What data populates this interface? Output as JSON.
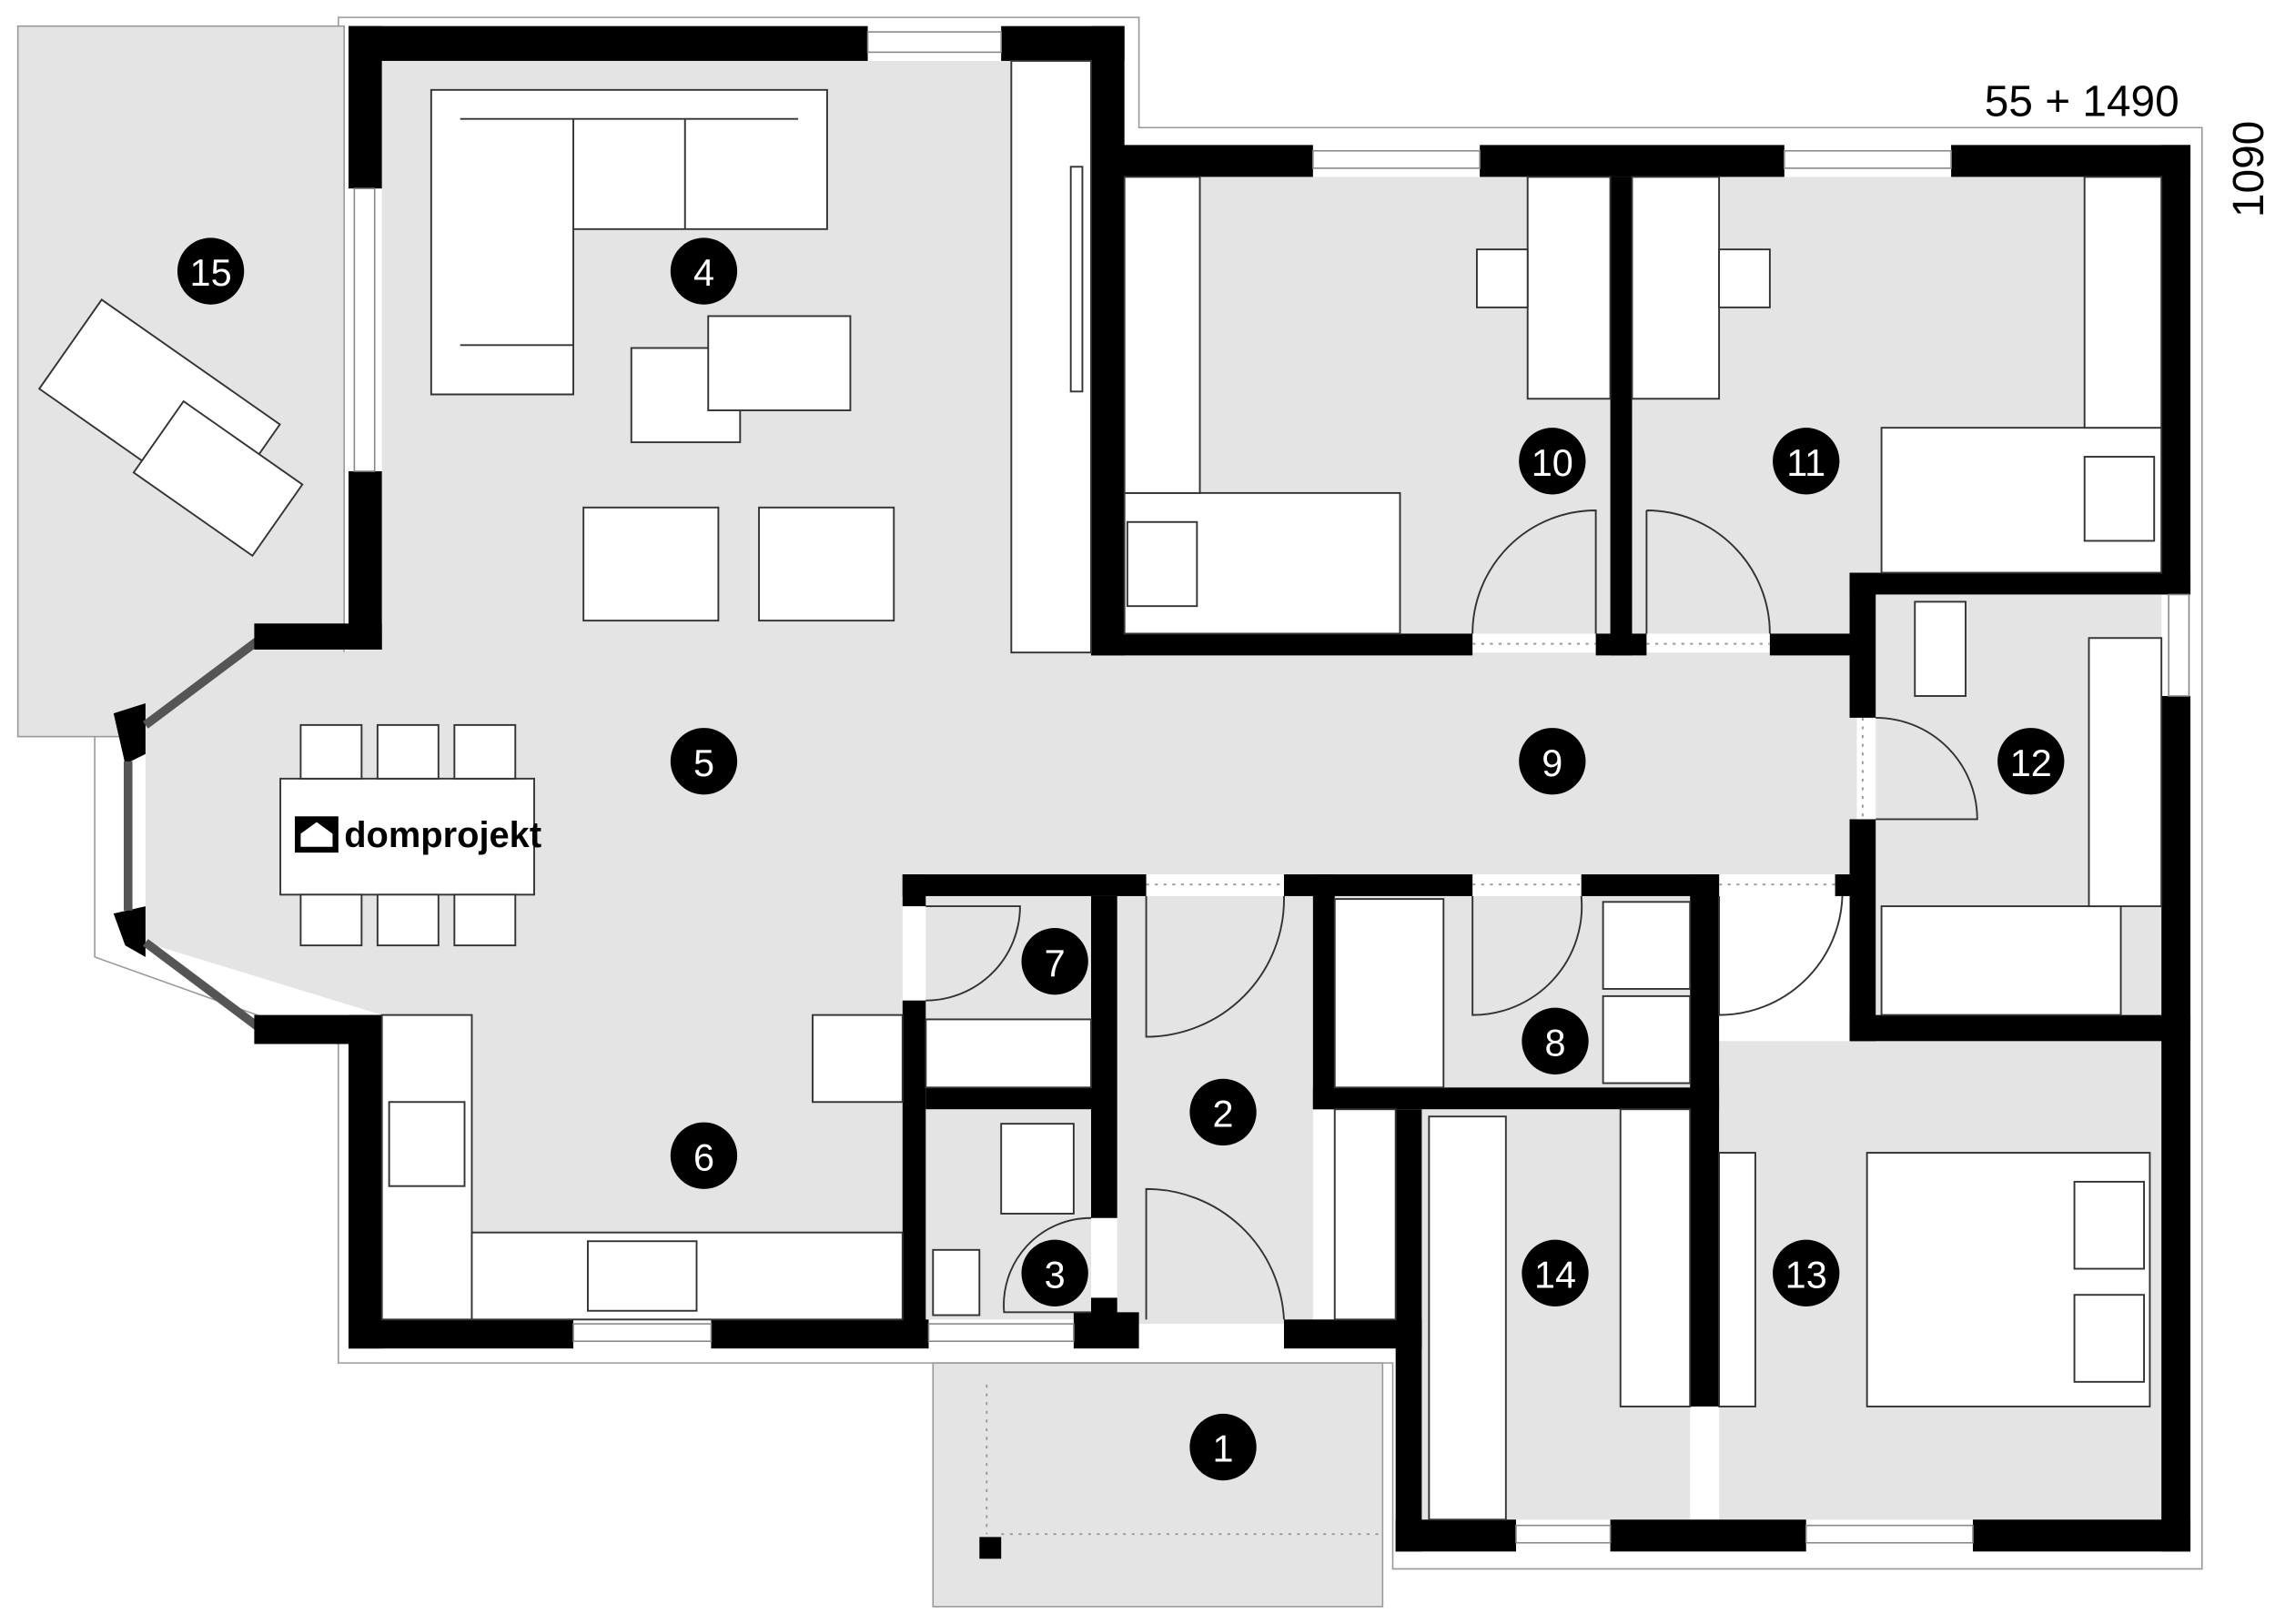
{
  "plan": {
    "dimension_width": "55 + 1490",
    "dimension_depth": "1090",
    "logo_text": "domprojekt",
    "floor_color": "#e4e4e4",
    "wall_color": "#000000"
  },
  "rooms": [
    {
      "id": "1",
      "label": "1"
    },
    {
      "id": "2",
      "label": "2"
    },
    {
      "id": "3",
      "label": "3"
    },
    {
      "id": "4",
      "label": "4"
    },
    {
      "id": "5",
      "label": "5"
    },
    {
      "id": "6",
      "label": "6"
    },
    {
      "id": "7",
      "label": "7"
    },
    {
      "id": "8",
      "label": "8"
    },
    {
      "id": "9",
      "label": "9"
    },
    {
      "id": "10",
      "label": "10"
    },
    {
      "id": "11",
      "label": "11"
    },
    {
      "id": "12",
      "label": "12"
    },
    {
      "id": "13",
      "label": "13"
    },
    {
      "id": "14",
      "label": "14"
    },
    {
      "id": "15",
      "label": "15"
    }
  ]
}
